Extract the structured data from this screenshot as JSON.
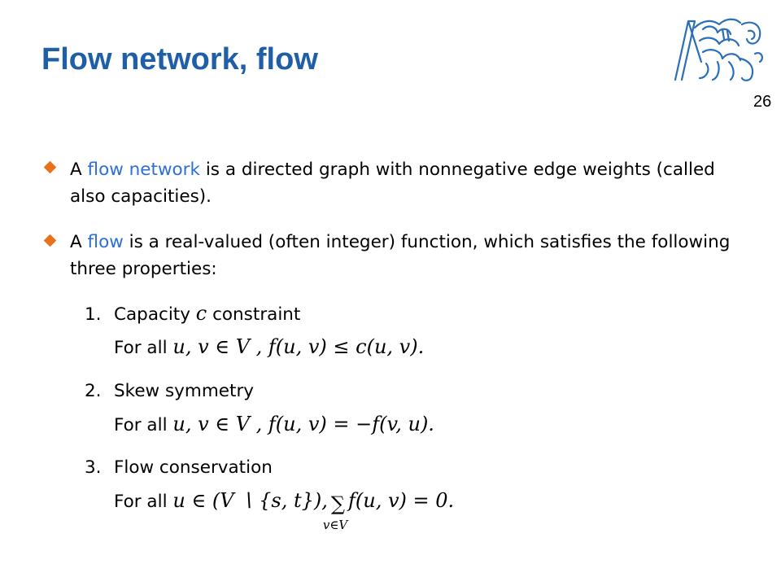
{
  "slide": {
    "title": "Flow network, flow",
    "page_number": "26"
  },
  "colors": {
    "title": "#1f5fa8",
    "highlight": "#2c6fd6",
    "bullet": "#e8711c"
  },
  "logo": {
    "icon": "lion-emblem-logo"
  },
  "bullets": [
    {
      "pre": "A ",
      "term": "flow network",
      "post": " is a directed graph with nonnegative edge weights (called",
      "line2": "also capacities)."
    },
    {
      "pre": "A ",
      "term": "flow",
      "post": " is a real-valued (often integer) function, which satisfies the following",
      "line2": "three properties:"
    }
  ],
  "properties": [
    {
      "num": "1.",
      "name_pre": "Capacity ",
      "name_var": "c",
      "name_post": " constraint",
      "formula_prefix": "For all ",
      "formula_math": "u, v ∈ V ,  f(u, v) ≤ c(u, v)."
    },
    {
      "num": "2.",
      "name_pre": "Skew symmetry",
      "formula_prefix": "For all ",
      "formula_math": "u, v ∈ V ,  f(u, v) = −f(v, u)."
    },
    {
      "num": "3.",
      "name_pre": "Flow conservation",
      "formula_prefix": "For all ",
      "formula_math_a": "u ∈ (V ∖ {s, t}),",
      "sum_symbol": "∑",
      "sum_subscript": "v∈V",
      "formula_math_b": "f(u, v) = 0."
    }
  ]
}
